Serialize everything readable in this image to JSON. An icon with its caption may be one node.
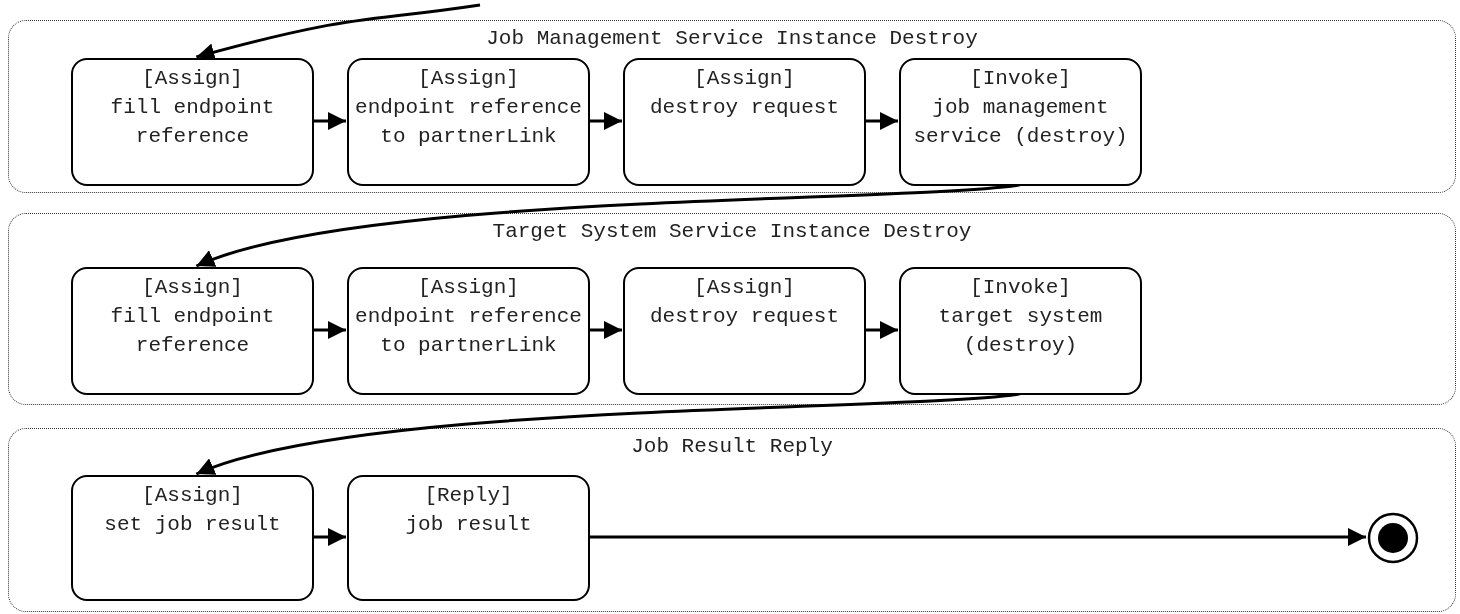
{
  "diagram": {
    "nodes": [
      {
        "text": [
          "Job Management Service Instance Destroy"
        ]
      },
      {
        "text": [
          "[Assign]",
          "fill endpoint reference"
        ],
        "in": 0
      },
      {
        "text": [
          "[Assign]",
          "endpoint reference to partnerLink"
        ],
        "in": 0
      },
      {
        "text": [
          "[Assign]",
          "destroy request"
        ],
        "in": 0
      },
      {
        "text": [
          "[Invoke]",
          "job management service (destroy)"
        ],
        "in": 0
      },
      {
        "text": [
          "Target System Service Instance Destroy"
        ]
      },
      {
        "text": [
          "[Assign]",
          "fill endpoint reference"
        ],
        "in": 5
      },
      {
        "text": [
          "[Assign]",
          "endpoint reference to partnerLink"
        ],
        "in": 5
      },
      {
        "text": [
          "[Assign]",
          "destroy request"
        ],
        "in": 5
      },
      {
        "text": [
          "[Invoke]",
          "target system (destroy)"
        ],
        "in": 5
      },
      {
        "text": [
          "Job Result Reply"
        ]
      },
      {
        "text": [
          "[Assign]",
          "set job result"
        ],
        "in": 10
      },
      {
        "text": [
          "[Reply]",
          "job result"
        ],
        "in": 10
      },
      {
        "text": [],
        "shape": "circle",
        "in": 10
      }
    ],
    "edges": [
      {
        "from": null,
        "to": 1,
        "arrow": "to"
      },
      {
        "from": 1,
        "to": 2,
        "arrow": "to"
      },
      {
        "from": 2,
        "to": 3,
        "arrow": "to"
      },
      {
        "from": 3,
        "to": 4,
        "arrow": "to"
      },
      {
        "from": 4,
        "to": 6,
        "arrow": "to"
      },
      {
        "from": 6,
        "to": 7,
        "arrow": "to"
      },
      {
        "from": 7,
        "to": 8,
        "arrow": "to"
      },
      {
        "from": 8,
        "to": 9,
        "arrow": "to"
      },
      {
        "from": 9,
        "to": 11,
        "arrow": "to"
      },
      {
        "from": 11,
        "to": 12,
        "arrow": "to"
      },
      {
        "from": 12,
        "to": 13,
        "arrow": "to"
      }
    ]
  }
}
